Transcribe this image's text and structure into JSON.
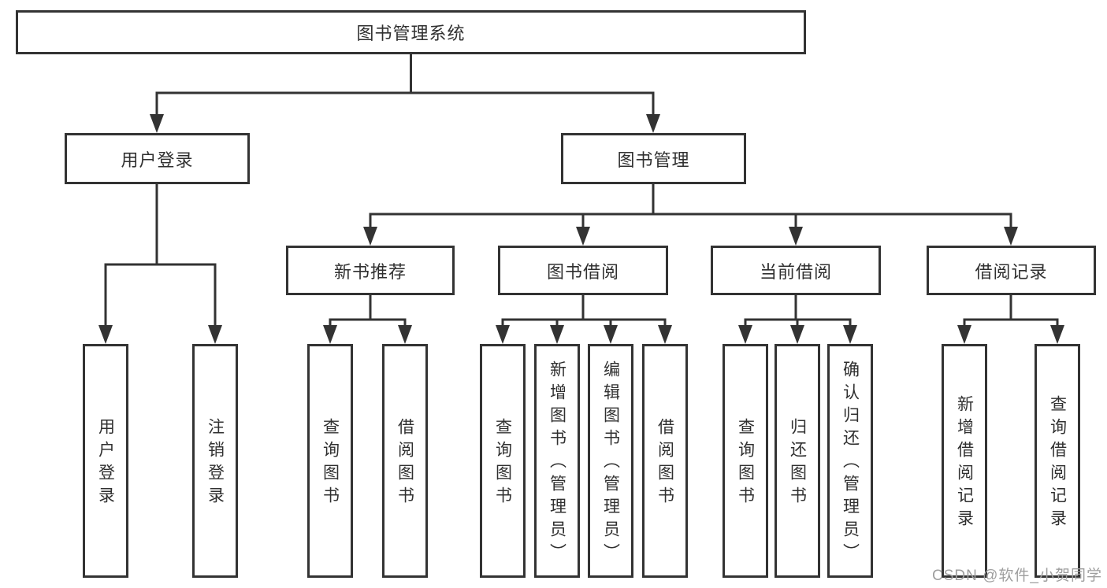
{
  "tree": {
    "root": {
      "label": "图书管理系统"
    },
    "children": [
      {
        "label": "用户登录",
        "children": [
          {
            "label": "用户登录"
          },
          {
            "label": "注销登录"
          }
        ]
      },
      {
        "label": "图书管理",
        "children": [
          {
            "label": "新书推荐",
            "children": [
              {
                "label": "查询图书"
              },
              {
                "label": "借阅图书"
              }
            ]
          },
          {
            "label": "图书借阅",
            "children": [
              {
                "label": "查询图书"
              },
              {
                "label": "新增图书（管理员）"
              },
              {
                "label": "编辑图书（管理员）"
              },
              {
                "label": "借阅图书"
              }
            ]
          },
          {
            "label": "当前借阅",
            "children": [
              {
                "label": "查询图书"
              },
              {
                "label": "归还图书"
              },
              {
                "label": "确认归还（管理员）"
              }
            ]
          },
          {
            "label": "借阅记录",
            "children": [
              {
                "label": "新增借阅记录"
              },
              {
                "label": "查询借阅记录"
              }
            ]
          }
        ]
      }
    ]
  },
  "watermark": {
    "text": "CSDN @软件_小贺同学"
  },
  "colors": {
    "line": "#333333",
    "text": "#303030",
    "watermark": "#9e9e9e",
    "background": "#ffffff"
  }
}
